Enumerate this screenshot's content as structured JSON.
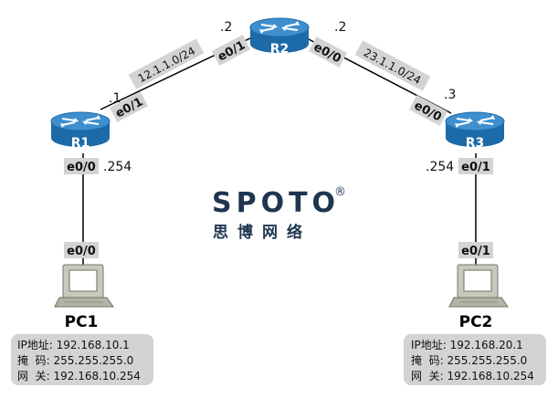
{
  "routers": {
    "r1": {
      "name": "R1"
    },
    "r2": {
      "name": "R2"
    },
    "r3": {
      "name": "R3"
    }
  },
  "links": {
    "r1_r2": {
      "subnet": "12.1.1.0/24",
      "r1_if": "e0/1",
      "r1_ip": ".1",
      "r2_if": "e0/1",
      "r2_ip": ".2"
    },
    "r2_r3": {
      "subnet": "23.1.1.0/24",
      "r2_if": "e0/0",
      "r2_ip": ".2",
      "r3_if": "e0/0",
      "r3_ip": ".3"
    },
    "r1_pc1": {
      "r1_if": "e0/0",
      "r1_ip": ".254",
      "pc_if": "e0/0"
    },
    "r3_pc2": {
      "r3_if": "e0/1",
      "r3_ip": ".254",
      "pc_if": "e0/1"
    }
  },
  "pcs": {
    "pc1": {
      "name": "PC1",
      "info": [
        "IP地址: 192.168.10.1",
        "掩  码: 255.255.255.0",
        "网  关: 192.168.10.254"
      ]
    },
    "pc2": {
      "name": "PC2",
      "info": [
        "IP地址: 192.168.20.1",
        "掩  码: 255.255.255.0",
        "网  关: 192.168.10.254"
      ]
    }
  },
  "logo": {
    "brand": "SPOTO",
    "subtitle": "思博网络",
    "registered": "®"
  },
  "colors": {
    "router_top": "#3f8fcf",
    "router_body": "#1d6aa8",
    "label_bg": "#d3d3d3",
    "link": "#000000",
    "brand": "#1f3550"
  }
}
